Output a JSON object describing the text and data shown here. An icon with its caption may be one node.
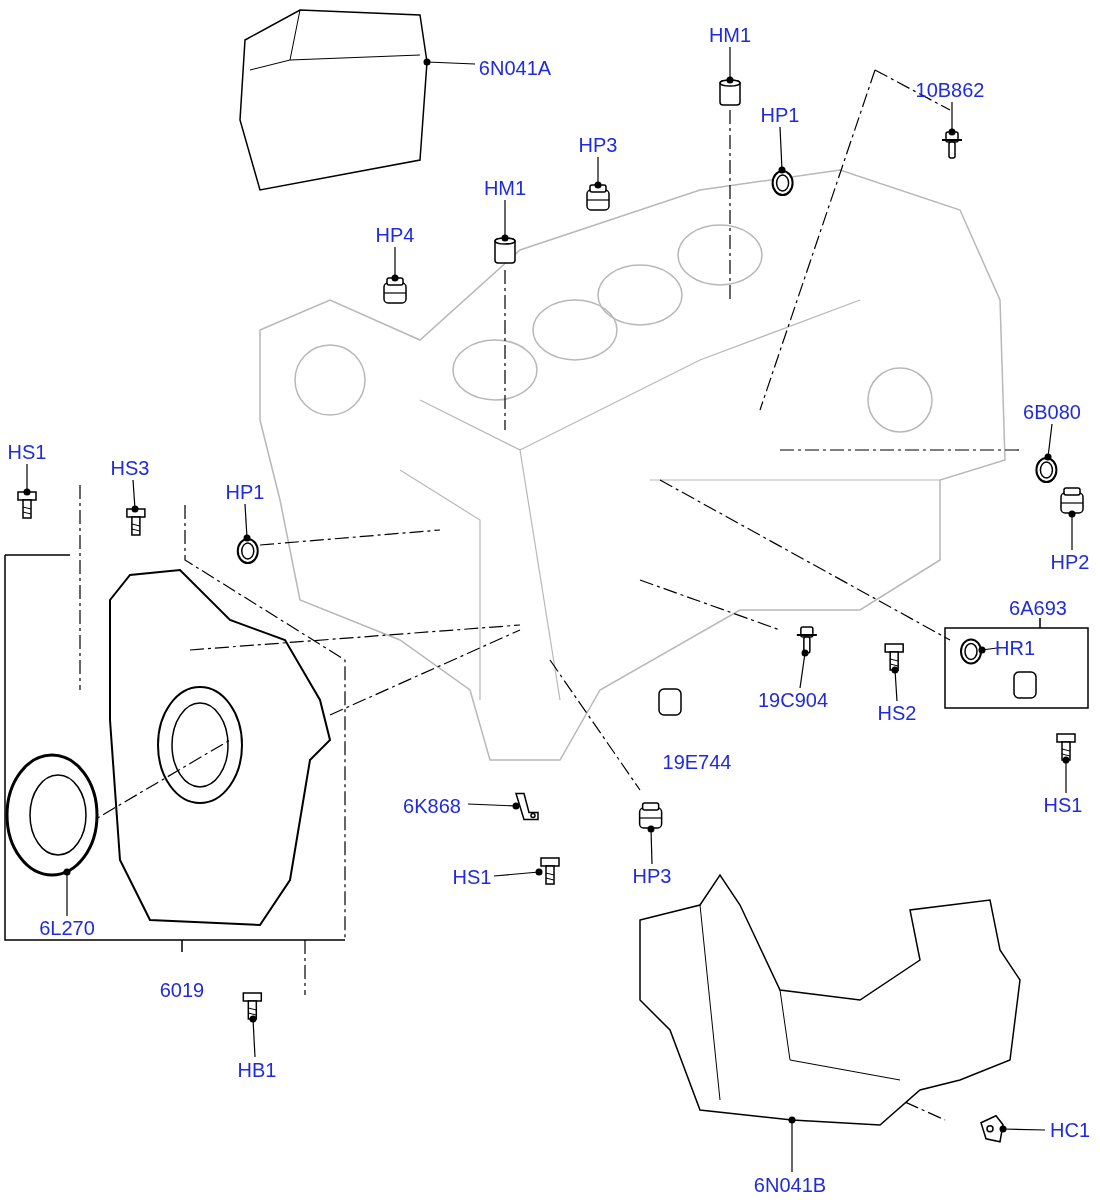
{
  "diagram": {
    "nodes": [
      {
        "text": [
          "6N041A"
        ]
      },
      {
        "text": [
          "HM1"
        ]
      },
      {
        "text": [
          "HP3"
        ]
      },
      {
        "text": [
          "HP1"
        ]
      },
      {
        "text": [
          "10B862"
        ]
      },
      {
        "text": [
          "HM1"
        ]
      },
      {
        "text": [
          "HP4"
        ]
      },
      {
        "text": [
          "HS1"
        ]
      },
      {
        "text": [
          "HS3"
        ]
      },
      {
        "text": [
          "HP1"
        ]
      },
      {
        "text": [
          "6B080"
        ]
      },
      {
        "text": [
          "HP2"
        ]
      },
      {
        "text": [
          "HR1"
        ]
      },
      {
        "text": [
          "19C904"
        ]
      },
      {
        "text": [
          "HS2"
        ]
      },
      {
        "text": [
          "HS1"
        ]
      },
      {
        "text": [
          "6K868"
        ]
      },
      {
        "text": [
          "HS1"
        ]
      },
      {
        "text": [
          "HP3"
        ]
      },
      {
        "text": [
          "6L270"
        ]
      },
      {
        "text": [
          "HB1"
        ]
      },
      {
        "text": [
          "6N041B"
        ]
      },
      {
        "text": [
          "HC1"
        ]
      },
      {
        "text": [],
        "shape": "picture"
      },
      {
        "text": [],
        "shape": "picture"
      },
      {
        "text": [],
        "shape": "picture"
      },
      {
        "text": [],
        "shape": "picture"
      },
      {
        "text": [],
        "shape": "picture"
      },
      {
        "text": [],
        "shape": "picture"
      },
      {
        "text": [],
        "shape": "picture"
      },
      {
        "text": [],
        "shape": "picture"
      },
      {
        "text": [],
        "shape": "picture"
      },
      {
        "text": [],
        "shape": "picture"
      },
      {
        "text": [],
        "shape": "picture"
      },
      {
        "text": [],
        "shape": "picture"
      },
      {
        "text": [],
        "shape": "picture"
      },
      {
        "text": [],
        "shape": "picture"
      },
      {
        "text": [],
        "shape": "picture"
      },
      {
        "text": [],
        "shape": "picture"
      },
      {
        "text": [],
        "shape": "picture"
      },
      {
        "text": [],
        "shape": "picture"
      },
      {
        "text": [],
        "shape": "picture"
      },
      {
        "text": [],
        "shape": "picture"
      },
      {
        "text": [],
        "shape": "picture"
      },
      {
        "text": [],
        "shape": "picture"
      },
      {
        "text": [],
        "shape": "picture"
      }
    ],
    "edges": [
      {
        "from": 0,
        "to": 23,
        "arrow": "other"
      },
      {
        "from": 1,
        "to": 24,
        "arrow": "other"
      },
      {
        "from": 2,
        "to": 25,
        "arrow": "other"
      },
      {
        "from": 3,
        "to": 26,
        "arrow": "other"
      },
      {
        "from": 4,
        "to": 27,
        "arrow": "other"
      },
      {
        "from": 5,
        "to": 28,
        "arrow": "other"
      },
      {
        "from": 6,
        "to": 29,
        "arrow": "other"
      },
      {
        "from": 7,
        "to": 30,
        "arrow": "other"
      },
      {
        "from": 8,
        "to": 31,
        "arrow": "other"
      },
      {
        "from": 9,
        "to": 32,
        "arrow": "other"
      },
      {
        "from": 10,
        "to": 33,
        "arrow": "other"
      },
      {
        "from": 11,
        "to": 34,
        "arrow": "other"
      },
      {
        "from": 12,
        "to": 35,
        "arrow": "other"
      },
      {
        "from": 13,
        "to": 36,
        "arrow": "other"
      },
      {
        "from": 14,
        "to": 37,
        "arrow": "other"
      },
      {
        "from": 15,
        "to": 38,
        "arrow": "other"
      },
      {
        "from": 16,
        "to": 39,
        "arrow": "other"
      },
      {
        "from": 17,
        "to": 40,
        "arrow": "other"
      },
      {
        "from": 18,
        "to": 41,
        "arrow": "other"
      },
      {
        "from": 19,
        "to": 42,
        "arrow": "other"
      },
      {
        "from": 20,
        "to": 43,
        "arrow": "other"
      },
      {
        "from": 21,
        "to": 44,
        "arrow": "other"
      },
      {
        "from": 22,
        "to": 45,
        "arrow": "other"
      }
    ],
    "labels": [
      "6A693",
      "19E744",
      "6019"
    ]
  }
}
